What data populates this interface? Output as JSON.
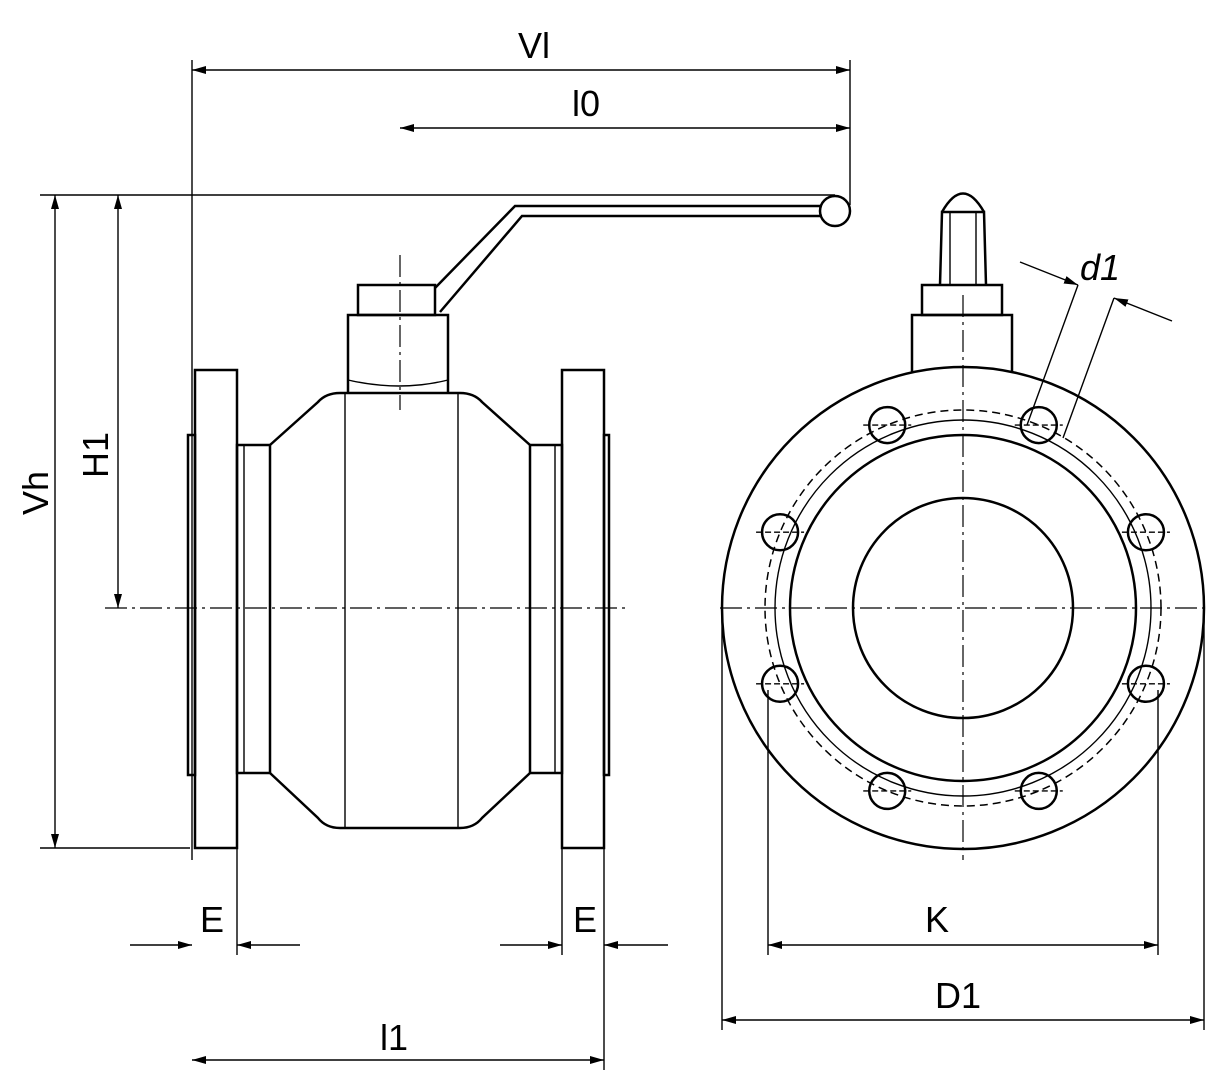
{
  "labels": {
    "vl": "Vl",
    "l0": "l0",
    "vh": "Vh",
    "h1": "H1",
    "e_left": "E",
    "e_right": "E",
    "l1": "l1",
    "k": "K",
    "d1_outer": "D1",
    "d1_hole": "d1"
  }
}
